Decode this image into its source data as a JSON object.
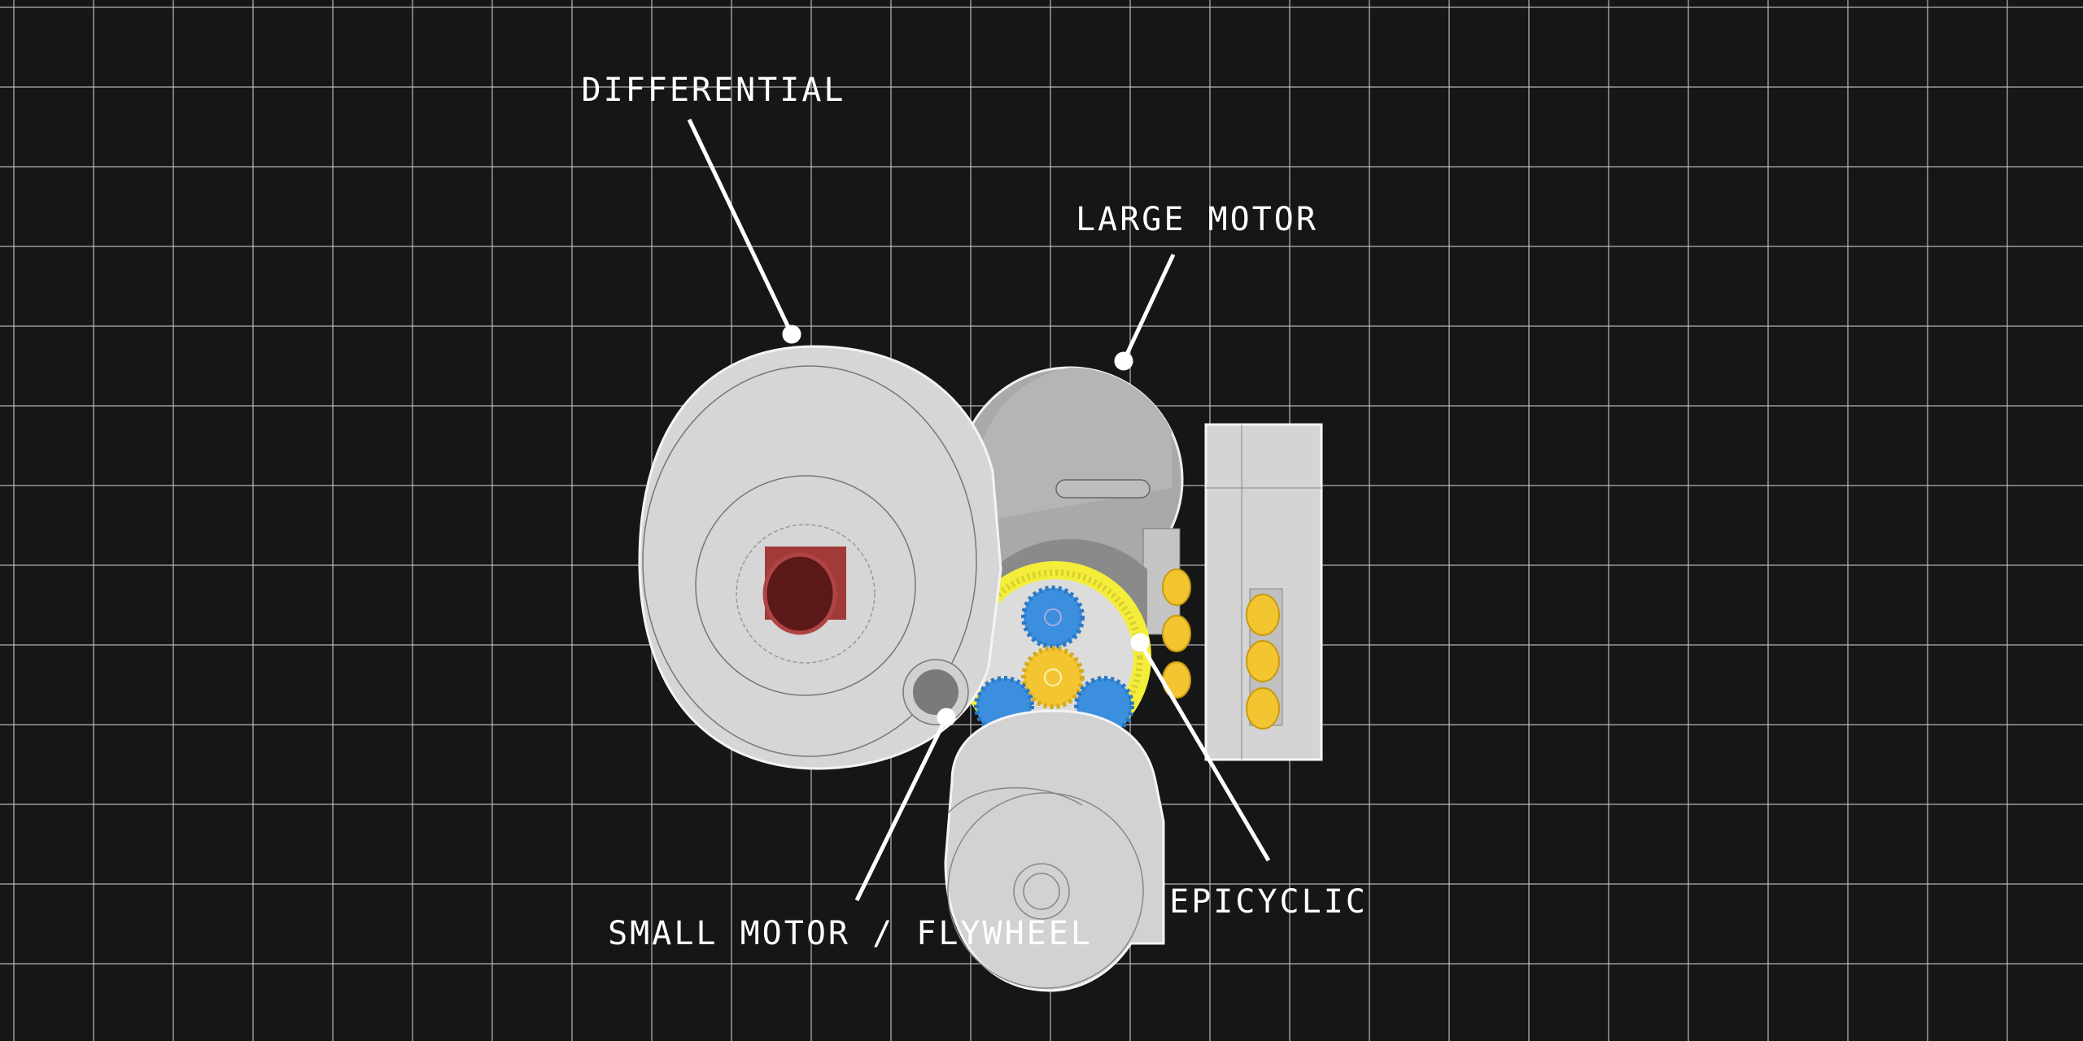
{
  "labels": {
    "differential": "DIFFERENTIAL",
    "large_motor": "LARGE MOTOR",
    "epicyclic": "EPICYCLIC",
    "small_motor": "SMALL MOTOR / FLYWHEEL"
  },
  "colors": {
    "housing": "#d6d6d6",
    "housing_dark": "#a9a9a9",
    "ring_gear": "#f4ee3a",
    "planet_gear": "#3b8fde",
    "sun_gear": "#f2c531",
    "bushing": "#8e2a2a",
    "connector": "#f2c531"
  }
}
